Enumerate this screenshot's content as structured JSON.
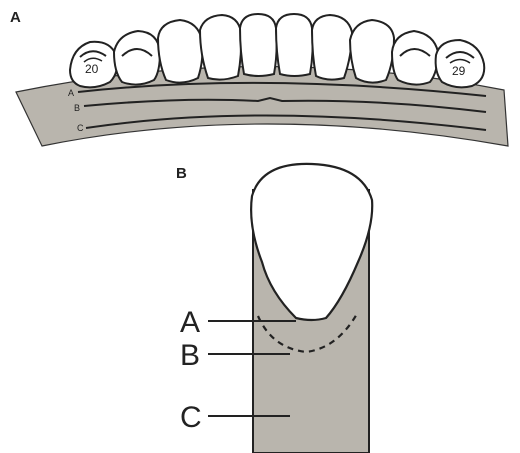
{
  "panel_a": {
    "letter": "A",
    "teeth": [
      {
        "number": "20"
      },
      {
        "number": ""
      },
      {
        "number": ""
      },
      {
        "number": ""
      },
      {
        "number": ""
      },
      {
        "number": ""
      },
      {
        "number": ""
      },
      {
        "number": ""
      },
      {
        "number": ""
      },
      {
        "number": "29"
      }
    ],
    "line_labels": [
      "A",
      "B",
      "C"
    ]
  },
  "panel_b": {
    "letter": "B",
    "line_labels": [
      "A",
      "B",
      "C"
    ]
  },
  "colors": {
    "bone_fill": "#b9b5ad",
    "tooth_fill": "#ffffff",
    "stroke": "#222222"
  }
}
